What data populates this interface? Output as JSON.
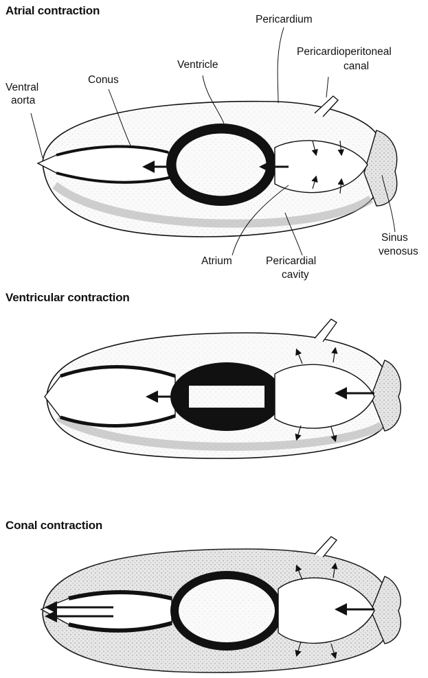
{
  "panels": [
    {
      "title": "Atrial contraction"
    },
    {
      "title": "Ventricular contraction"
    },
    {
      "title": "Conal contraction"
    }
  ],
  "labels": {
    "pericardium": "Pericardium",
    "pericardioperitoneal_line1": "Pericardioperitoneal",
    "pericardioperitoneal_line2": "canal",
    "ventricle": "Ventricle",
    "conus": "Conus",
    "ventral_aorta_line1": "Ventral",
    "ventral_aorta_line2": "aorta",
    "atrium": "Atrium",
    "pericardial_cavity_line1": "Pericardial",
    "pericardial_cavity_line2": "cavity",
    "sinus_venosus_line1": "Sinus",
    "sinus_venosus_line2": "venosus"
  }
}
